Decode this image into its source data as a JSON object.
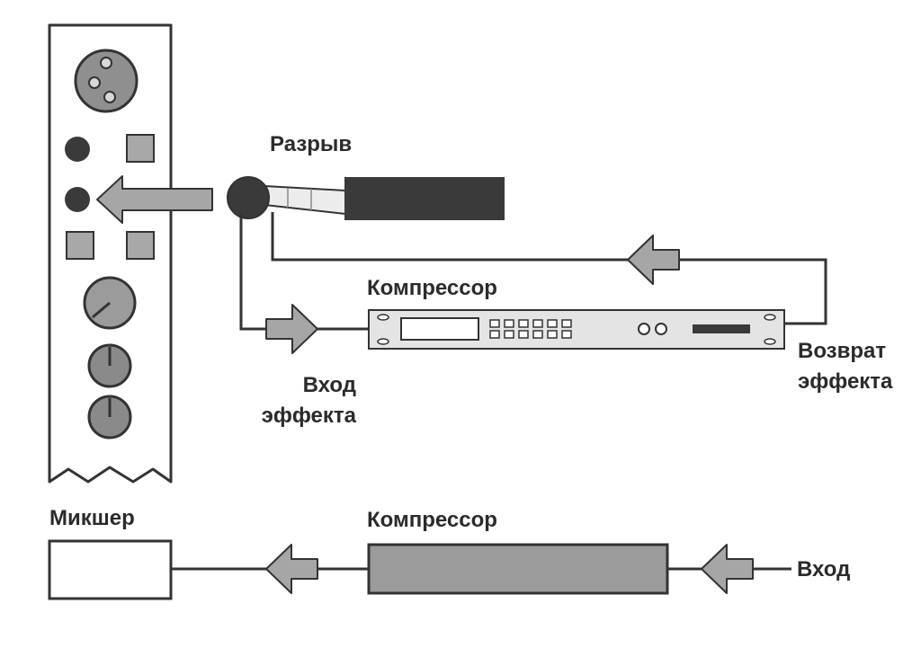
{
  "labels": {
    "insert_point": "Разрыв",
    "compressor_top": "Компрессор",
    "fx_send_line1": "Вход",
    "fx_send_line2": "эффекта",
    "fx_return_line1": "Возврат",
    "fx_return_line2": "эффекта",
    "mixer": "Микшер",
    "compressor_bottom": "Компрессор",
    "input": "Вход"
  },
  "colors": {
    "background": "#ffffff",
    "outline": "#333333",
    "fill_gray": "#9b9b9b",
    "fill_dark": "#3a3a3a",
    "fill_light": "#e6e6e6",
    "text": "#2b2b2b"
  },
  "icons": {
    "mixer_strip": "mixer-channel-strip",
    "xlr_jack": "xlr-connector-icon",
    "microphone": "insert-plug-icon",
    "compressor_rack": "rack-compressor-icon",
    "signal_arrow": "arrow-left-icon"
  }
}
